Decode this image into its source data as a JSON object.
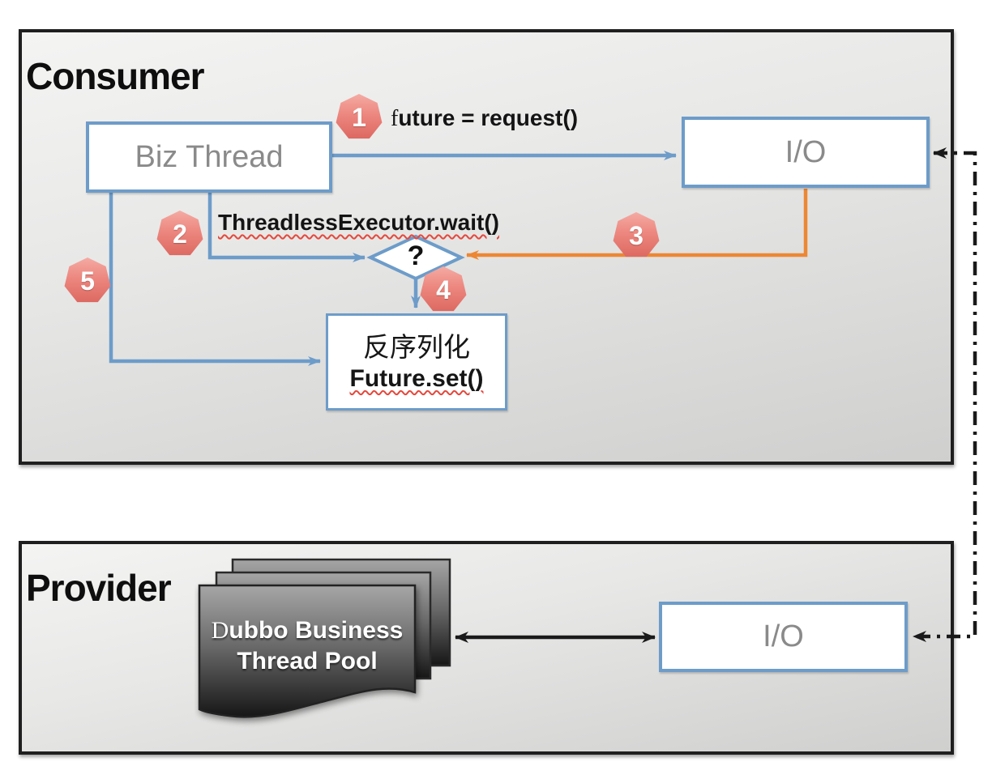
{
  "consumer": {
    "title": "Consumer",
    "biz_thread_label": "Biz Thread",
    "io_label": "I/O",
    "future_request_label": "future = request()",
    "threadless_wait_label": "ThreadlessExecutor.wait()",
    "decision_label": "?",
    "deserialize_label_cn": "反序列化",
    "deserialize_label_en": "Future.set()"
  },
  "provider": {
    "title": "Provider",
    "thread_pool_label_line1": "Dubbo Business",
    "thread_pool_label_line2": "Thread Pool",
    "io_label": "I/O"
  },
  "steps": [
    "1",
    "2",
    "3",
    "4",
    "5"
  ],
  "colors": {
    "flow_blue": "#6D9CC9",
    "flow_orange": "#ED8733",
    "arrow_black": "#1A1A1A",
    "step_badge_red": "#E0716A",
    "node_text_gray": "#8A8A8A",
    "squiggle_red": "#E5483C",
    "panel_border_black": "#1F1F1F"
  }
}
